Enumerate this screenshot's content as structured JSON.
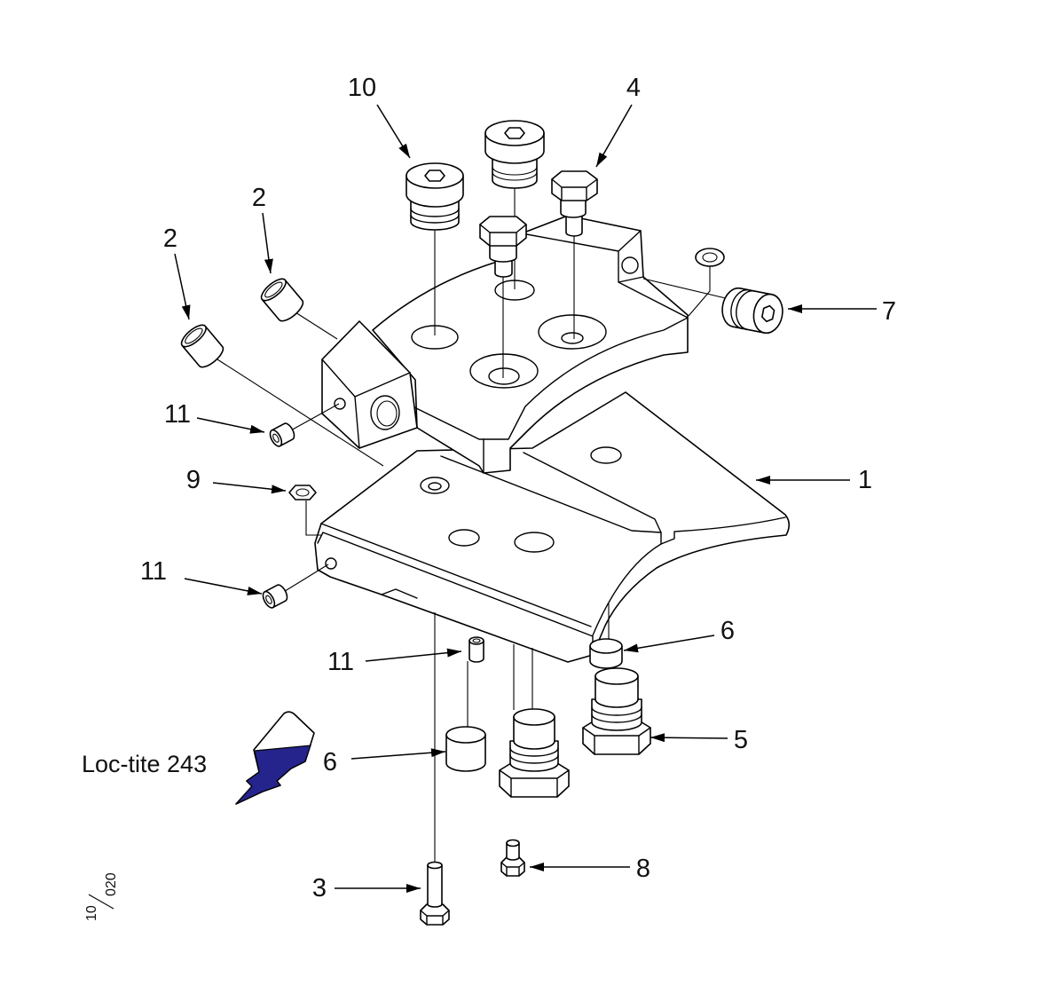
{
  "callouts": {
    "part_10": "10",
    "part_4": "4",
    "part_2_upper": "2",
    "part_2_lower": "2",
    "part_7": "7",
    "part_11_upper": "11",
    "part_9": "9",
    "part_1": "1",
    "part_11_middle": "11",
    "part_6_upper": "6",
    "part_11_lower": "11",
    "part_5": "5",
    "part_6_lower": "6",
    "part_8": "8",
    "part_3": "3"
  },
  "adhesive_label": "Loc-tite 243",
  "adhesive_color": "#24248c",
  "figure_code": {
    "top": "10",
    "bottom": "020"
  }
}
